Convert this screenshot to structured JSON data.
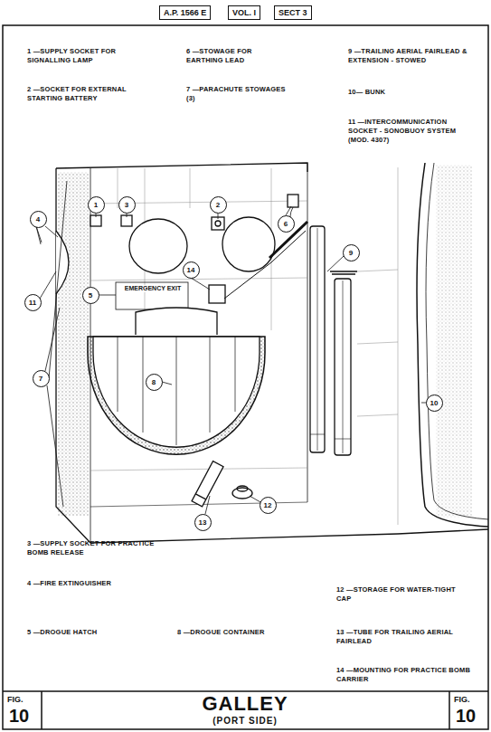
{
  "diagram": {
    "title": "GALLEY",
    "labels": [
      "A.P. 1566 E",
      "VOL. I",
      "SECT 3",
      "1 —SUPPLY SOCKET FOR SIGNALLING LAMP",
      "2 —SOCKET FOR EXTERNAL STARTING BATTERY",
      "6 —STOWAGE FOR EARTHING LEAD",
      "7 —PARACHUTE STOWAGES (3)",
      "9 —TRAILING AERIAL FAIRLEAD & EXTENSION - STOWED",
      "10— BUNK",
      "11 —INTERCOMMUNICATION SOCKET - SONOBUOY SYSTEM (MOD. 4307)",
      "3 —SUPPLY SOCKET FOR PRACTICE BOMB RELEASE",
      "4 —FIRE EXTINGUISHER",
      "5 —DROGUE HATCH",
      "8 —DROGUE CONTAINER",
      "12 —STORAGE FOR WATER-TIGHT CAP",
      "13 —TUBE FOR TRAILING AERIAL FAIRLEAD",
      "14 —MOUNTING FOR PRACTICE BOMB CARRIER",
      "1",
      "3",
      "2",
      "4",
      "6",
      "11",
      "14",
      "5",
      "7",
      "8",
      "9",
      "10",
      "13",
      "12",
      "EMERGENCY EXIT",
      "FIG.",
      "10",
      "FIG.",
      "10",
      "(PORT SIDE)"
    ]
  }
}
